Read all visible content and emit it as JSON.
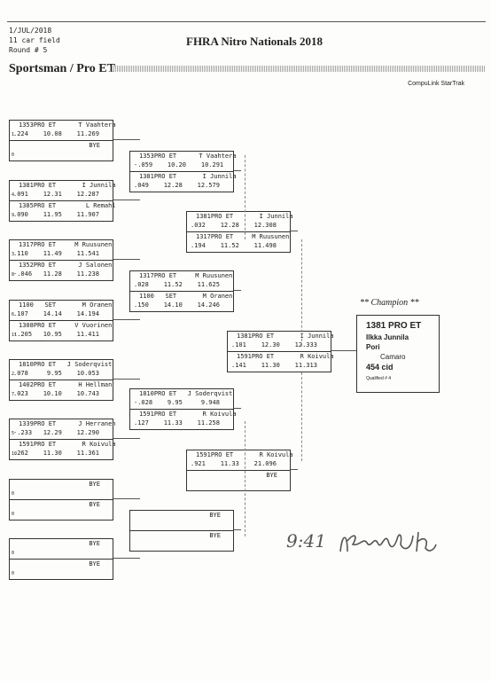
{
  "header": {
    "date": "1/JUL/2018",
    "field": "11 car field",
    "round": "Round # 5",
    "title": "FHRA Nitro Nationals 2018",
    "class_name": "Sportsman / Pro ET",
    "software": "CompuLink StarTrak"
  },
  "bracket": {
    "round1": [
      [
        {
          "line1": "1353PRO ET      T Vaahtera",
          "line2": ".224    10.08    11.269",
          "lane": "1"
        },
        {
          "line1": "BYE",
          "line2": "",
          "lane": "0"
        }
      ],
      [
        {
          "line1": "1381PRO ET       I Junnila",
          "line2": ".091    12.31    12.287",
          "lane": "4"
        },
        {
          "line1": "1385PRO ET        L Remahl",
          "line2": ".090    11.95    11.907",
          "lane": "9"
        }
      ],
      [
        {
          "line1": "1317PRO ET     M Ruusunen",
          "line2": ".110    11.49    11.541",
          "lane": "3"
        },
        {
          "line1": "1352PRO ET      J Salonen",
          "line2": "-.046   11.28    11.238",
          "lane": "8"
        }
      ],
      [
        {
          "line1": "1100   SET       M Oranen",
          "line2": ".107    14.14    14.194",
          "lane": "6"
        },
        {
          "line1": "1308PRO ET     V Vuorinen",
          "line2": "-.205   10.95    11.411",
          "lane": "11"
        }
      ],
      [
        {
          "line1": "1810PRO ET   J Soderqvist",
          "line2": ".078     9.95    10.053",
          "lane": "2"
        },
        {
          "line1": "1402PRO ET      H Hellman",
          "line2": ".023    10.10    10.743",
          "lane": "7"
        }
      ],
      [
        {
          "line1": "1339PRO ET      J Herranen",
          "line2": "-.233   12.29    12.290",
          "lane": "5"
        },
        {
          "line1": "1591PRO ET       R Koivula",
          "line2": ".262    11.30    11.361",
          "lane": "10"
        }
      ],
      [
        {
          "line1": "BYE",
          "line2": "",
          "lane": "0"
        },
        {
          "line1": "BYE",
          "line2": "",
          "lane": "0"
        }
      ],
      [
        {
          "line1": "BYE",
          "line2": "",
          "lane": "0"
        },
        {
          "line1": "BYE",
          "line2": "",
          "lane": "0"
        }
      ]
    ],
    "round2": [
      [
        {
          "line1": "1353PRO ET      T Vaahtera",
          "line2": "-.059    10.20    10.291"
        },
        {
          "line1": "1381PRO ET       I Junnila",
          "line2": ".049    12.28    12.579"
        }
      ],
      [
        {
          "line1": "1317PRO ET     M Ruusunen",
          "line2": ".028    11.52    11.625"
        },
        {
          "line1": "1100   SET       M Oranen",
          "line2": ".150    14.10    14.246"
        }
      ],
      [
        {
          "line1": "1810PRO ET   J Soderqvist",
          "line2": "-.028    9.95     9.948"
        },
        {
          "line1": "1591PRO ET       R Koivula",
          "line2": ".127    11.33    11.258"
        }
      ],
      [
        {
          "line1": "BYE",
          "line2": ""
        },
        {
          "line1": "BYE",
          "line2": ""
        }
      ]
    ],
    "round3": [
      [
        {
          "line1": "1381PRO ET       I Junnila",
          "line2": ".032    12.28    12.308"
        },
        {
          "line1": "1317PRO ET     M Ruusunen",
          "line2": ".194    11.52    11.498"
        }
      ],
      [
        {
          "line1": "1591PRO ET       R Koivula",
          "line2": ".921    11.33    21.096"
        },
        {
          "line1": "BYE",
          "line2": ""
        }
      ]
    ],
    "final": [
      [
        {
          "line1": "1381PRO ET       I Junnila",
          "line2": ".101    12.30    12.333"
        },
        {
          "line1": "1591PRO ET       R Koivula",
          "line2": ".141    11.30    11.313"
        }
      ]
    ]
  },
  "champion": {
    "heading": "** Champion **",
    "number_class": "1381 PRO ET",
    "driver": "Ilkka Junnila",
    "city": "Pori",
    "car": "Camaro",
    "engine": "454 cid",
    "qualified": "Qualified # 4"
  },
  "handwriting": {
    "time": "9:41"
  }
}
